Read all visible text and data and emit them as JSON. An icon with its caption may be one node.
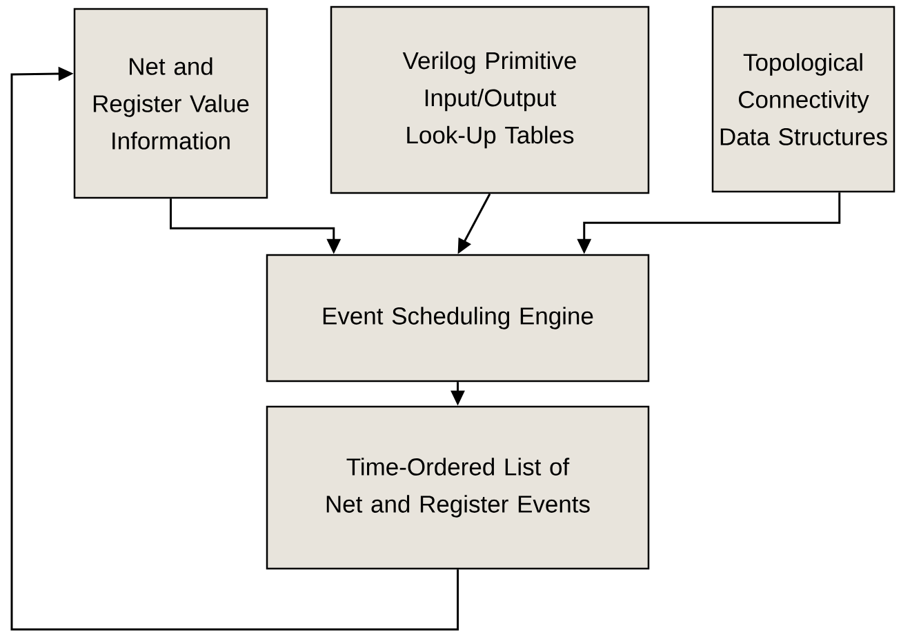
{
  "diagram": {
    "nodes": [
      {
        "text": [
          "Net and Register Value Information"
        ]
      },
      {
        "text": [
          "Verilog Primitive Input/Output Look-Up Tables"
        ]
      },
      {
        "text": [
          "Topological Connectivity Data Structures"
        ]
      },
      {
        "text": [
          "Event Scheduling Engine"
        ]
      },
      {
        "text": [
          "Time-Ordered List of Net and Register Events"
        ]
      }
    ],
    "edges": [
      {
        "from": 0,
        "to": 3,
        "arrow": "to"
      },
      {
        "from": 1,
        "to": 3,
        "arrow": "to"
      },
      {
        "from": 2,
        "to": 3,
        "arrow": "to"
      },
      {
        "from": 3,
        "to": 4,
        "arrow": "to"
      },
      {
        "from": 4,
        "to": 0,
        "arrow": "to"
      }
    ]
  }
}
